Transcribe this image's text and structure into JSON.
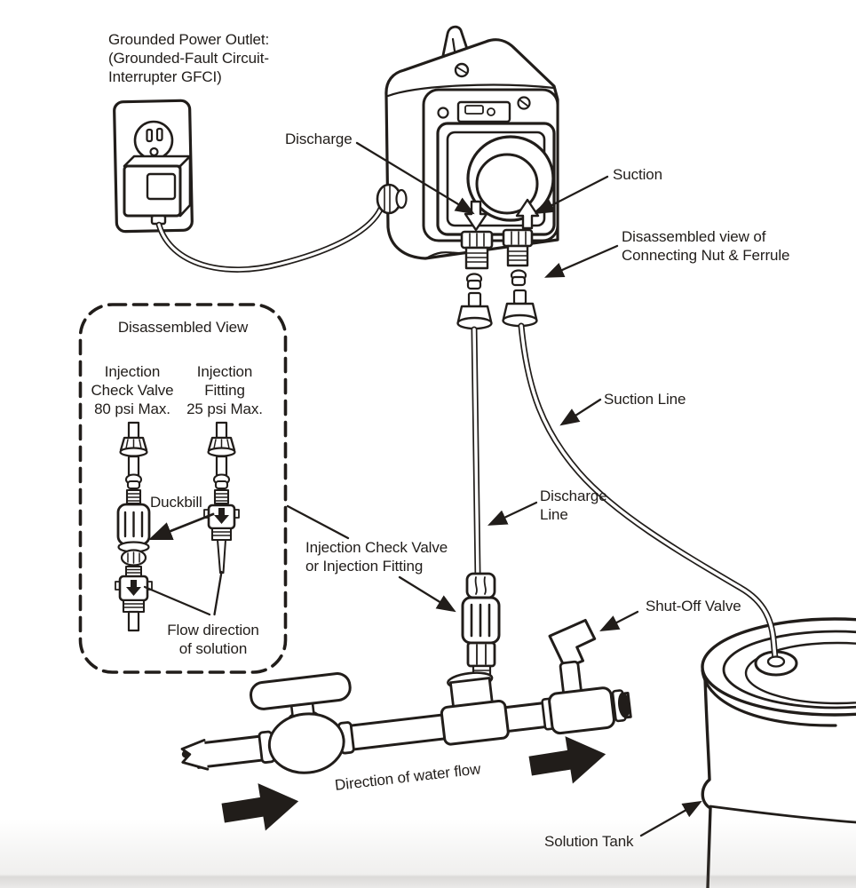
{
  "meta": {
    "ink": "#211d1a",
    "background": "#ffffff"
  },
  "labels": {
    "power_outlet": "Grounded Power Outlet:\n(Grounded-Fault Circuit-\nInterrupter GFCI)",
    "discharge": "Discharge",
    "suction": "Suction",
    "connecting_nut_ferrule": "Disassembled view of\nConnecting Nut & Ferrule",
    "disassembled_view": "Disassembled View",
    "injection_check_valve_spec": "Injection\nCheck Valve\n80 psi Max.",
    "injection_fitting_spec": "Injection\nFitting\n25 psi Max.",
    "duckbill": "Duckbill",
    "flow_direction": "Flow direction\nof solution",
    "injection_check_or_fitting": "Injection Check Valve\nor Injection Fitting",
    "suction_line": "Suction Line",
    "discharge_line": "Discharge\nLine",
    "shut_off_valve": "Shut-Off Valve",
    "water_flow_direction": "Direction of water flow",
    "solution_tank": "Solution Tank"
  }
}
